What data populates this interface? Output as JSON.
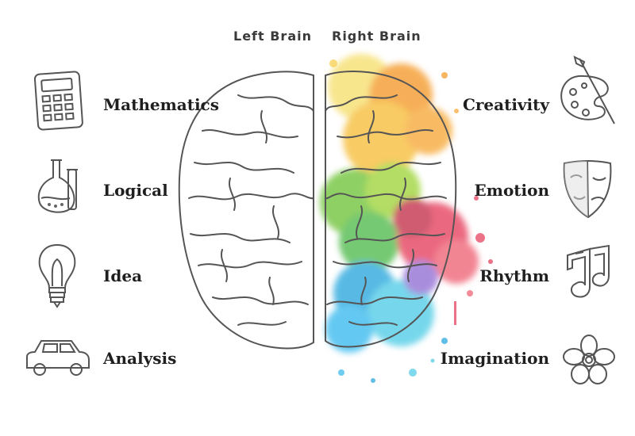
{
  "headers": {
    "left": "Left Brain",
    "right": "Right Brain"
  },
  "left_items": [
    {
      "label": "Mathematics",
      "icon": "calculator-icon"
    },
    {
      "label": "Logical",
      "icon": "flask-icon"
    },
    {
      "label": "Idea",
      "icon": "lightbulb-icon"
    },
    {
      "label": "Analysis",
      "icon": "car-icon"
    }
  ],
  "right_items": [
    {
      "label": "Creativity",
      "icon": "palette-icon"
    },
    {
      "label": "Emotion",
      "icon": "mask-icon"
    },
    {
      "label": "Rhythm",
      "icon": "music-note-icon"
    },
    {
      "label": "Imagination",
      "icon": "flower-icon"
    }
  ],
  "colors": {
    "ink": "#555555",
    "yellow": "#f7d25a",
    "orange": "#f5a23a",
    "green": "#7cc84a",
    "pink": "#e8506a",
    "blue": "#3aaee0",
    "cyan": "#5fd0e8"
  }
}
